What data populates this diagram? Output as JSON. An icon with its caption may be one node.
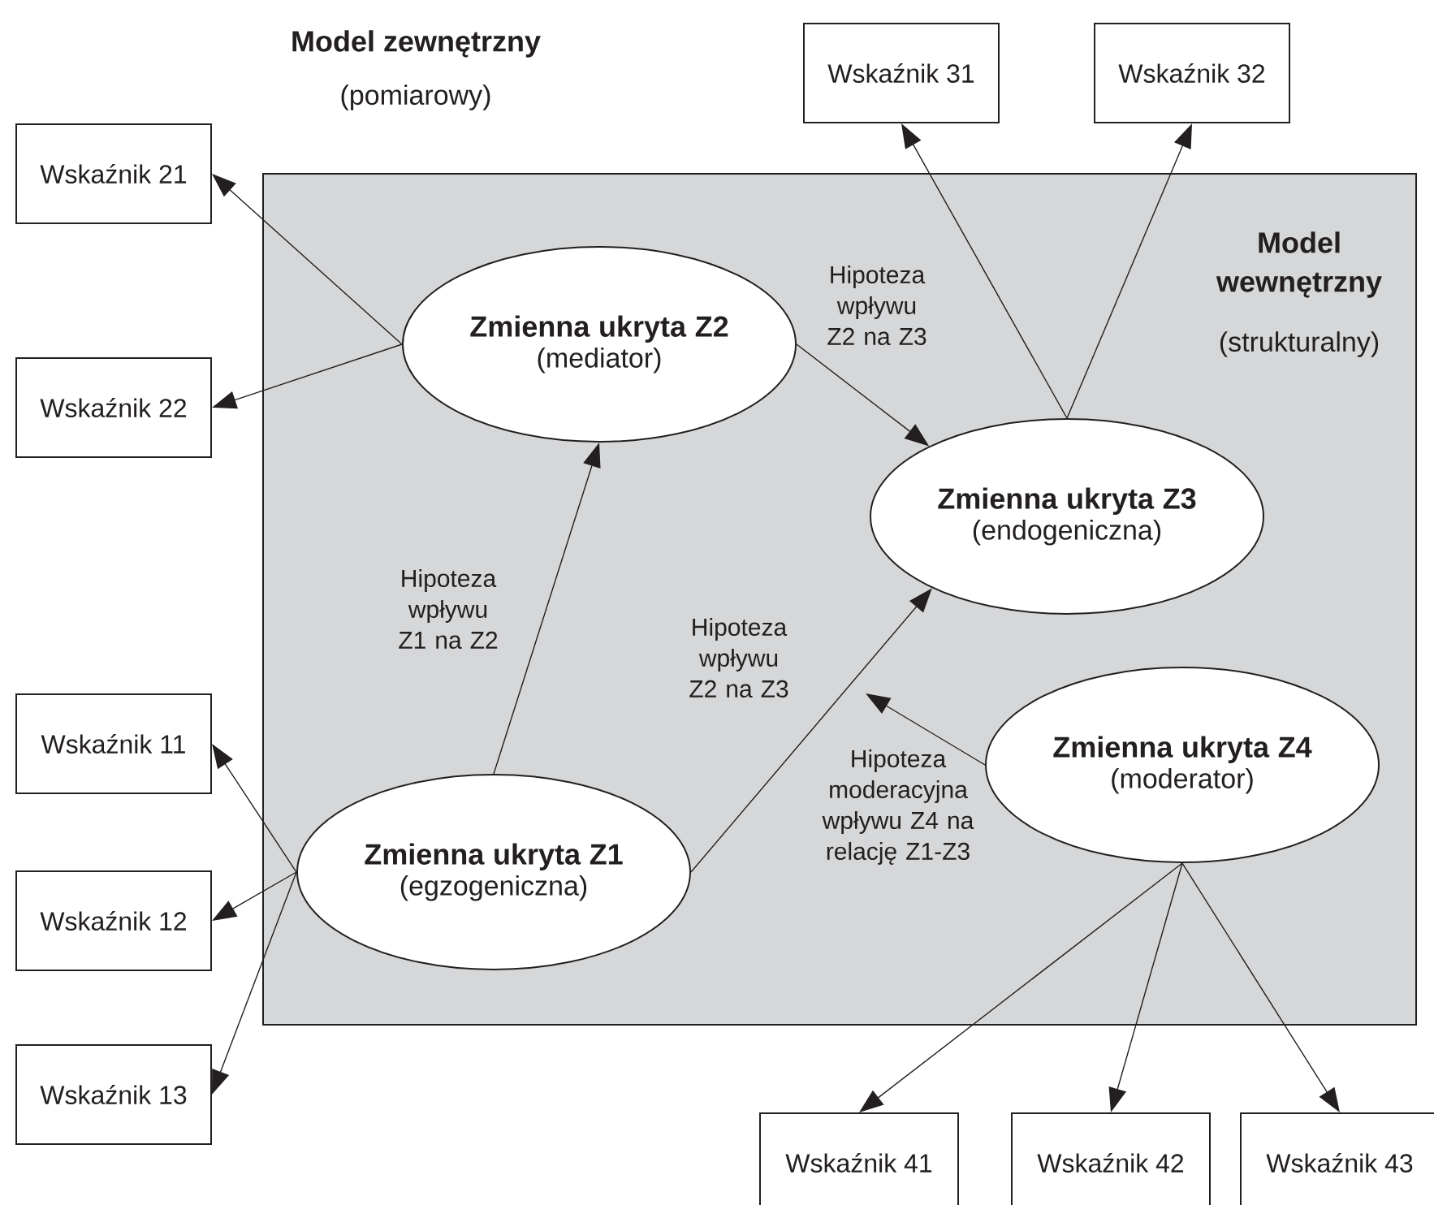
{
  "diagram": {
    "nodes": [
      {
        "text": [
          "Model wewnętrzny",
          "(strukturalny)"
        ]
      },
      {
        "text": [
          "Wskaźnik 31"
        ]
      },
      {
        "text": [
          "Wskaźnik 32"
        ]
      },
      {
        "text": [
          "Wskaźnik 21"
        ]
      },
      {
        "text": [
          "Zmienna ukryta Z2",
          "(mediator)"
        ],
        "in": 0
      },
      {
        "text": [
          "Wskaźnik 22"
        ]
      },
      {
        "text": [
          "Zmienna ukryta Z3",
          "(endogeniczna)"
        ],
        "in": 0
      },
      {
        "text": [
          "Wskaźnik 11"
        ]
      },
      {
        "text": [
          "Zmienna ukryta Z4",
          "(moderator)"
        ],
        "in": 0
      },
      {
        "text": [
          "Zmienna ukryta Z1",
          "(egzogeniczna)"
        ],
        "in": 0
      },
      {
        "text": [
          "Wskaźnik 12"
        ]
      },
      {
        "text": [
          "Wskaźnik 13"
        ]
      },
      {
        "text": [
          "Wskaźnik 41"
        ]
      },
      {
        "text": [
          "Wskaźnik 42"
        ]
      },
      {
        "text": [
          "Wskaźnik 43"
        ]
      }
    ],
    "edges": [
      {
        "from": 4,
        "to": 3,
        "arrow": "to"
      },
      {
        "from": 4,
        "to": 5,
        "arrow": "to"
      },
      {
        "from": 6,
        "to": 1,
        "arrow": "to"
      },
      {
        "from": 6,
        "to": 2,
        "arrow": "to"
      },
      {
        "from": 9,
        "to": 7,
        "arrow": "to"
      },
      {
        "from": 9,
        "to": 10,
        "arrow": "to"
      },
      {
        "from": 9,
        "to": 11,
        "arrow": "to"
      },
      {
        "from": 8,
        "to": 12,
        "arrow": "to"
      },
      {
        "from": 8,
        "to": 13,
        "arrow": "to"
      },
      {
        "from": 8,
        "to": 14,
        "arrow": "to"
      },
      {
        "from": 9,
        "to": 4,
        "arrow": "to",
        "label": "Hipoteza wpływu Z1 na Z2"
      },
      {
        "from": 9,
        "to": 6,
        "arrow": "to",
        "label": "Hipoteza wpływu Z2 na Z3"
      },
      {
        "from": 4,
        "to": 6,
        "arrow": "to",
        "label": "Hipoteza wpływu Z2 na Z3"
      },
      {
        "from": 8,
        "to": null,
        "arrow": "to",
        "label": "Hipoteza moderacyjna wpływu Z4 na relację Z1-Z3"
      }
    ],
    "labels": [
      "Model zewnętrzny",
      "(pomiarowy)"
    ]
  }
}
